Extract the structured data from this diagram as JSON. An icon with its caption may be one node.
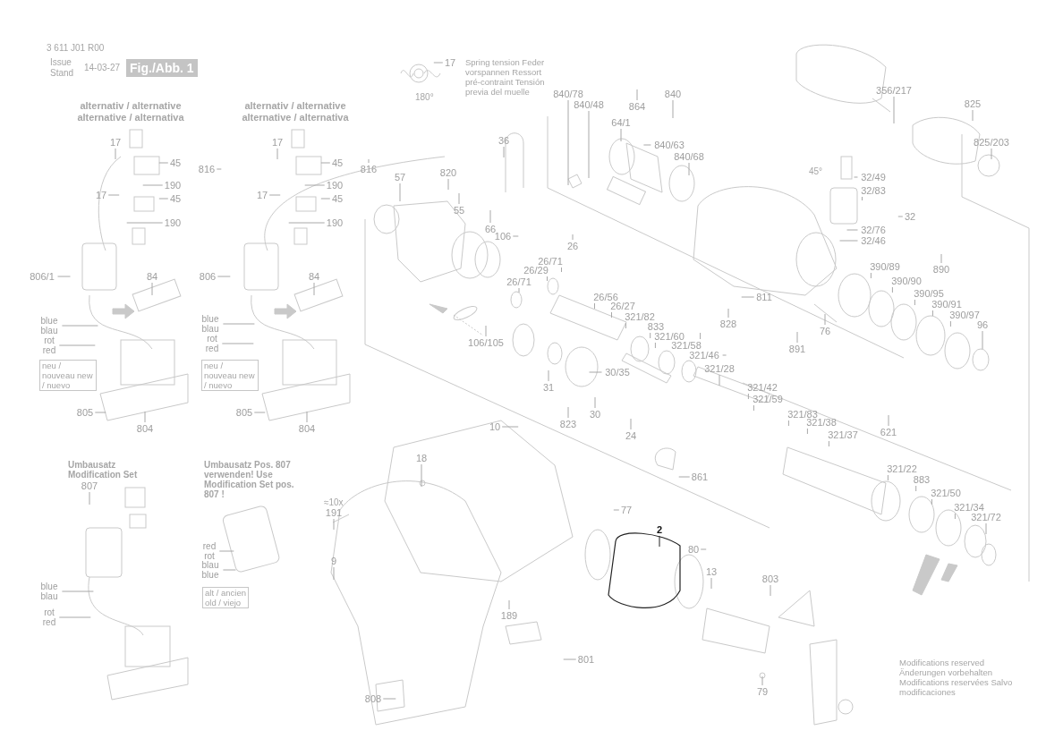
{
  "diagram": {
    "nodes": [
      {
        "text": [
          "17"
        ]
      },
      {
        "text": [
          "45"
        ]
      },
      {
        "text": [
          "816"
        ]
      },
      {
        "text": [
          "190"
        ]
      },
      {
        "text": [
          "17"
        ]
      },
      {
        "text": [
          "45"
        ]
      },
      {
        "text": [
          "190"
        ]
      },
      {
        "text": [
          "84"
        ]
      },
      {
        "text": [
          "806/1"
        ]
      },
      {
        "text": [
          "blue blau"
        ]
      },
      {
        "text": [
          "rot red"
        ]
      },
      {
        "text": [
          "805"
        ]
      },
      {
        "text": [
          "804"
        ]
      },
      {
        "text": [
          "17"
        ]
      },
      {
        "text": [
          "45"
        ]
      },
      {
        "text": [
          "816"
        ]
      },
      {
        "text": [
          "190"
        ]
      },
      {
        "text": [
          "17"
        ]
      },
      {
        "text": [
          "45"
        ]
      },
      {
        "text": [
          "190"
        ]
      },
      {
        "text": [
          "84"
        ]
      },
      {
        "text": [
          "806"
        ]
      },
      {
        "text": [
          "blue blau"
        ]
      },
      {
        "text": [
          "rot red"
        ]
      },
      {
        "text": [
          "805"
        ]
      },
      {
        "text": [
          "804"
        ]
      },
      {
        "text": [
          "807"
        ]
      },
      {
        "text": [
          "blue blau"
        ]
      },
      {
        "text": [
          "rot red"
        ]
      },
      {
        "text": [
          "red rot"
        ]
      },
      {
        "text": [
          "blau blue"
        ]
      },
      {
        "text": [
          "17"
        ]
      },
      {
        "text": [
          "36"
        ]
      },
      {
        "text": [
          "840/78"
        ]
      },
      {
        "text": [
          "840/48"
        ]
      },
      {
        "text": [
          "864"
        ]
      },
      {
        "text": [
          "840"
        ]
      },
      {
        "text": [
          "64/1"
        ]
      },
      {
        "text": [
          "840/63"
        ]
      },
      {
        "text": [
          "840/68"
        ]
      },
      {
        "text": [
          "57"
        ]
      },
      {
        "text": [
          "820"
        ]
      },
      {
        "text": [
          "55"
        ]
      },
      {
        "text": [
          "66"
        ]
      },
      {
        "text": [
          "106"
        ]
      },
      {
        "text": [
          "26"
        ]
      },
      {
        "text": [
          "26/71"
        ]
      },
      {
        "text": [
          "26/29"
        ]
      },
      {
        "text": [
          "26/71"
        ]
      },
      {
        "text": [
          "26/56"
        ]
      },
      {
        "text": [
          "26/27"
        ]
      },
      {
        "text": [
          "106/105"
        ]
      },
      {
        "text": [
          "31"
        ]
      },
      {
        "text": [
          "30/35"
        ]
      },
      {
        "text": [
          "30"
        ]
      },
      {
        "text": [
          "823"
        ]
      },
      {
        "text": [
          "24"
        ]
      },
      {
        "text": [
          "321/82"
        ]
      },
      {
        "text": [
          "833"
        ]
      },
      {
        "text": [
          "321/60"
        ]
      },
      {
        "text": [
          "321/58"
        ]
      },
      {
        "text": [
          "321/46"
        ]
      },
      {
        "text": [
          "828"
        ]
      },
      {
        "text": [
          "321/28"
        ]
      },
      {
        "text": [
          "891"
        ]
      },
      {
        "text": [
          "321/42"
        ]
      },
      {
        "text": [
          "321/59"
        ]
      },
      {
        "text": [
          "321/83"
        ]
      },
      {
        "text": [
          "321/38"
        ]
      },
      {
        "text": [
          "321/37"
        ]
      },
      {
        "text": [
          "621"
        ]
      },
      {
        "text": [
          "356/217"
        ]
      },
      {
        "text": [
          "825"
        ]
      },
      {
        "text": [
          "825/203"
        ]
      },
      {
        "text": [
          "32/49"
        ]
      },
      {
        "text": [
          "32/83"
        ]
      },
      {
        "text": [
          "32"
        ]
      },
      {
        "text": [
          "32/76"
        ]
      },
      {
        "text": [
          "32/46"
        ]
      },
      {
        "text": [
          "811"
        ]
      },
      {
        "text": [
          "76"
        ]
      },
      {
        "text": [
          "390/89"
        ]
      },
      {
        "text": [
          "890"
        ]
      },
      {
        "text": [
          "390/90"
        ]
      },
      {
        "text": [
          "390/95"
        ]
      },
      {
        "text": [
          "390/91"
        ]
      },
      {
        "text": [
          "390/97"
        ]
      },
      {
        "text": [
          "96"
        ]
      },
      {
        "text": [
          "10"
        ]
      },
      {
        "text": [
          "861"
        ]
      },
      {
        "text": [
          "18"
        ]
      },
      {
        "text": [
          "191"
        ]
      },
      {
        "text": [
          "9"
        ]
      },
      {
        "text": [
          "77"
        ]
      },
      {
        "text": [
          "2"
        ]
      },
      {
        "text": [
          "80"
        ]
      },
      {
        "text": [
          "13"
        ]
      },
      {
        "text": [
          "803"
        ]
      },
      {
        "text": [
          "189"
        ]
      },
      {
        "text": [
          "801"
        ]
      },
      {
        "text": [
          "808"
        ]
      },
      {
        "text": [
          "79"
        ]
      },
      {
        "text": [
          "321/22"
        ]
      },
      {
        "text": [
          "883"
        ]
      },
      {
        "text": [
          "321/50"
        ]
      },
      {
        "text": [
          "321/34"
        ]
      },
      {
        "text": [
          "321/72"
        ]
      }
    ],
    "edges": [
      {
        "from": 0,
        "to": null,
        "arrow": "none"
      },
      {
        "from": 1,
        "to": null,
        "arrow": "none"
      },
      {
        "from": 2,
        "to": null,
        "arrow": "none"
      },
      {
        "from": 3,
        "to": null,
        "arrow": "none"
      },
      {
        "from": 4,
        "to": null,
        "arrow": "none"
      },
      {
        "from": 5,
        "to": null,
        "arrow": "none"
      },
      {
        "from": 6,
        "to": null,
        "arrow": "none"
      },
      {
        "from": 7,
        "to": null,
        "arrow": "none"
      },
      {
        "from": 8,
        "to": null,
        "arrow": "none"
      },
      {
        "from": 9,
        "to": null,
        "arrow": "none"
      },
      {
        "from": 10,
        "to": null,
        "arrow": "none"
      },
      {
        "from": 11,
        "to": null,
        "arrow": "none"
      },
      {
        "from": 12,
        "to": null,
        "arrow": "none"
      },
      {
        "from": 13,
        "to": null,
        "arrow": "none"
      },
      {
        "from": 14,
        "to": null,
        "arrow": "none"
      },
      {
        "from": 15,
        "to": null,
        "arrow": "none"
      },
      {
        "from": 16,
        "to": null,
        "arrow": "none"
      },
      {
        "from": 17,
        "to": null,
        "arrow": "none"
      },
      {
        "from": 18,
        "to": null,
        "arrow": "none"
      },
      {
        "from": 19,
        "to": null,
        "arrow": "none"
      },
      {
        "from": 20,
        "to": null,
        "arrow": "none"
      },
      {
        "from": 21,
        "to": null,
        "arrow": "none"
      },
      {
        "from": 22,
        "to": null,
        "arrow": "none"
      },
      {
        "from": 23,
        "to": null,
        "arrow": "none"
      },
      {
        "from": 24,
        "to": null,
        "arrow": "none"
      },
      {
        "from": 25,
        "to": null,
        "arrow": "none"
      },
      {
        "from": 26,
        "to": null,
        "arrow": "none"
      },
      {
        "from": 27,
        "to": null,
        "arrow": "none"
      },
      {
        "from": 28,
        "to": null,
        "arrow": "none"
      },
      {
        "from": 29,
        "to": null,
        "arrow": "none"
      },
      {
        "from": 30,
        "to": null,
        "arrow": "none"
      },
      {
        "from": 31,
        "to": null,
        "arrow": "none"
      },
      {
        "from": 32,
        "to": null,
        "arrow": "none"
      },
      {
        "from": 33,
        "to": null,
        "arrow": "none"
      },
      {
        "from": 34,
        "to": null,
        "arrow": "none"
      },
      {
        "from": 35,
        "to": null,
        "arrow": "none"
      },
      {
        "from": 36,
        "to": null,
        "arrow": "none"
      },
      {
        "from": 37,
        "to": null,
        "arrow": "none"
      },
      {
        "from": 38,
        "to": null,
        "arrow": "none"
      },
      {
        "from": 39,
        "to": null,
        "arrow": "none"
      },
      {
        "from": 40,
        "to": null,
        "arrow": "none"
      },
      {
        "from": 41,
        "to": null,
        "arrow": "none"
      },
      {
        "from": 42,
        "to": null,
        "arrow": "none"
      },
      {
        "from": 43,
        "to": null,
        "arrow": "none"
      },
      {
        "from": 44,
        "to": null,
        "arrow": "none"
      },
      {
        "from": 45,
        "to": null,
        "arrow": "none"
      },
      {
        "from": 46,
        "to": null,
        "arrow": "none"
      },
      {
        "from": 47,
        "to": null,
        "arrow": "none"
      },
      {
        "from": 48,
        "to": null,
        "arrow": "none"
      },
      {
        "from": 49,
        "to": null,
        "arrow": "none"
      },
      {
        "from": 50,
        "to": null,
        "arrow": "none"
      },
      {
        "from": 51,
        "to": null,
        "arrow": "none"
      },
      {
        "from": 52,
        "to": null,
        "arrow": "none"
      },
      {
        "from": 53,
        "to": null,
        "arrow": "none"
      },
      {
        "from": 54,
        "to": null,
        "arrow": "none"
      },
      {
        "from": 55,
        "to": null,
        "arrow": "none"
      },
      {
        "from": 56,
        "to": null,
        "arrow": "none"
      },
      {
        "from": 57,
        "to": null,
        "arrow": "none"
      },
      {
        "from": 58,
        "to": null,
        "arrow": "none"
      },
      {
        "from": 59,
        "to": null,
        "arrow": "none"
      },
      {
        "from": 60,
        "to": null,
        "arrow": "none"
      },
      {
        "from": 61,
        "to": null,
        "arrow": "none"
      },
      {
        "from": 62,
        "to": null,
        "arrow": "none"
      },
      {
        "from": 63,
        "to": null,
        "arrow": "none"
      },
      {
        "from": 64,
        "to": null,
        "arrow": "none"
      },
      {
        "from": 65,
        "to": null,
        "arrow": "none"
      },
      {
        "from": 66,
        "to": null,
        "arrow": "none"
      },
      {
        "from": 67,
        "to": null,
        "arrow": "none"
      },
      {
        "from": 68,
        "to": null,
        "arrow": "none"
      },
      {
        "from": 69,
        "to": null,
        "arrow": "none"
      },
      {
        "from": 70,
        "to": null,
        "arrow": "none"
      },
      {
        "from": 71,
        "to": null,
        "arrow": "none"
      },
      {
        "from": 72,
        "to": null,
        "arrow": "none"
      },
      {
        "from": 73,
        "to": null,
        "arrow": "none"
      },
      {
        "from": 74,
        "to": null,
        "arrow": "none"
      },
      {
        "from": 75,
        "to": null,
        "arrow": "none"
      },
      {
        "from": 76,
        "to": null,
        "arrow": "none"
      },
      {
        "from": 77,
        "to": null,
        "arrow": "none"
      },
      {
        "from": 78,
        "to": null,
        "arrow": "none"
      },
      {
        "from": 79,
        "to": null,
        "arrow": "none"
      },
      {
        "from": 80,
        "to": null,
        "arrow": "none"
      },
      {
        "from": 81,
        "to": null,
        "arrow": "none"
      },
      {
        "from": 82,
        "to": null,
        "arrow": "none"
      },
      {
        "from": 83,
        "to": null,
        "arrow": "none"
      },
      {
        "from": 84,
        "to": null,
        "arrow": "none"
      },
      {
        "from": 85,
        "to": null,
        "arrow": "none"
      },
      {
        "from": 86,
        "to": null,
        "arrow": "none"
      },
      {
        "from": 87,
        "to": null,
        "arrow": "none"
      },
      {
        "from": 88,
        "to": null,
        "arrow": "none"
      },
      {
        "from": 89,
        "to": null,
        "arrow": "none"
      },
      {
        "from": 90,
        "to": null,
        "arrow": "none"
      },
      {
        "from": 91,
        "to": null,
        "arrow": "none"
      },
      {
        "from": 92,
        "to": null,
        "arrow": "none"
      },
      {
        "from": 93,
        "to": null,
        "arrow": "none"
      },
      {
        "from": 94,
        "to": null,
        "arrow": "none",
        "color": "#222222"
      },
      {
        "from": 95,
        "to": null,
        "arrow": "none"
      },
      {
        "from": 96,
        "to": null,
        "arrow": "none"
      },
      {
        "from": 97,
        "to": null,
        "arrow": "none"
      },
      {
        "from": 98,
        "to": null,
        "arrow": "none"
      },
      {
        "from": 99,
        "to": null,
        "arrow": "none"
      },
      {
        "from": 100,
        "to": null,
        "arrow": "none"
      },
      {
        "from": 101,
        "to": null,
        "arrow": "none"
      },
      {
        "from": 102,
        "to": null,
        "arrow": "none"
      },
      {
        "from": 103,
        "to": null,
        "arrow": "none"
      },
      {
        "from": 104,
        "to": null,
        "arrow": "none"
      },
      {
        "from": 105,
        "to": null,
        "arrow": "none"
      },
      {
        "from": 106,
        "to": null,
        "arrow": "none"
      }
    ],
    "labels": [
      "3 611 J01 R00",
      "Issue",
      "Stand",
      "14-03-27",
      "Fig./Abb. 1",
      "alternativ / alternative alternative / alternativa",
      "alternativ / alternative alternative / alternativa",
      "Spring tension Feder vorspannen Ressort pré-contraint Tensión previa del muelle",
      "180°",
      "neu / nouveau new / nuevo",
      "neu / nouveau new / nuevo",
      "Umbausatz Modification Set",
      "Umbausatz Pos. 807 verwenden! Use Modification Set pos. 807 !",
      "alt / ancien old / viejo",
      "45°",
      "≈10x",
      "Modifications reserved Änderungen vorbehalten Modifications reservées Salvo modificaciones"
    ]
  }
}
